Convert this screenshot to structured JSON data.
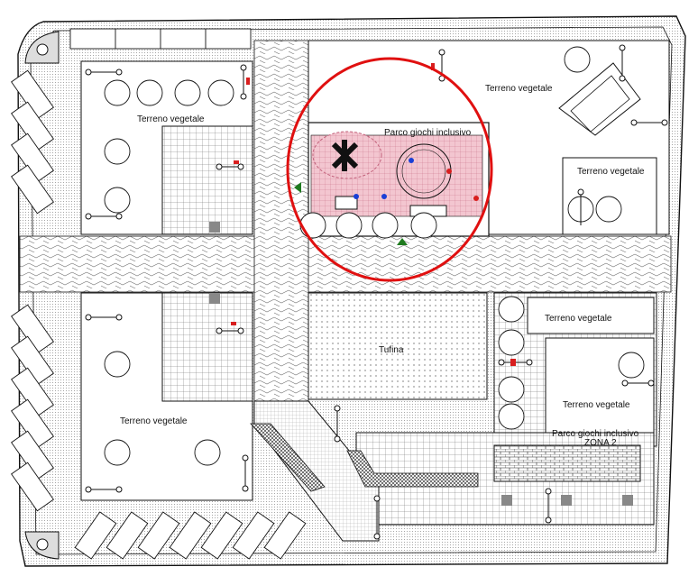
{
  "labels": {
    "terreno_nw": "Terreno vegetale",
    "terreno_ne": "Terreno vegetale",
    "terreno_e": "Terreno vegetale",
    "parco_top": "Parco giochi inclusivo",
    "terreno_sw": "Terreno vegetale",
    "tufina": "Tufina",
    "terreno_se1": "Terreno vegetale",
    "terreno_se2": "Terreno vegetale",
    "parco_bottom": "Parco giochi inclusivo",
    "zona2": "ZONA 2"
  },
  "colors": {
    "line": "#111111",
    "highlight": "#e01010",
    "playground_fill": "#f3c6d0",
    "accent_blue": "#1a3fd6",
    "accent_green": "#1e7a1e",
    "accent_red": "#d81e1e"
  },
  "highlight_note": "red circle marks the inclusive playground area"
}
